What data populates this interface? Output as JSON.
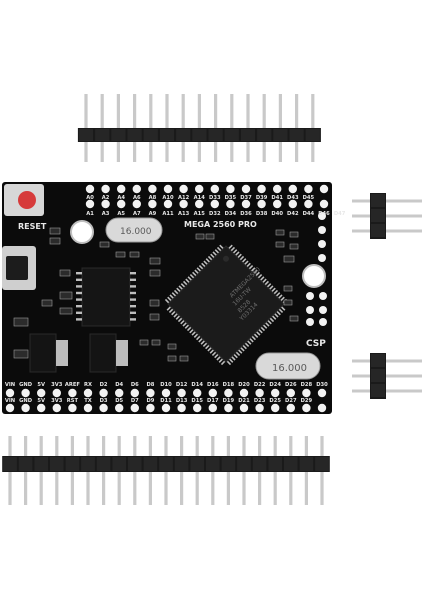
{
  "photo": {
    "subject": "MEGA 2560 PRO board with pin headers",
    "background_color": "#ffffff",
    "board_color": "#0b0b0b",
    "pin_color": "#c9c9c9",
    "header_color": "#1a1a1a"
  },
  "board": {
    "board_name": "MEGA 2560 PRO",
    "reset_label": "RESET",
    "csp_label": "CSP",
    "mcu_lines": [
      "ATMEGA2560",
      "16U-TW",
      "8528",
      "Y03314"
    ],
    "crystal_large": "16.000",
    "crystal_small": "16.000",
    "top_row_upper": [
      "A0",
      "A2",
      "A4",
      "A6",
      "A8",
      "A10",
      "A12",
      "A14",
      "D33",
      "D35",
      "D37",
      "D39",
      "D41",
      "D43",
      "D45"
    ],
    "top_row_lower": [
      "A1",
      "A3",
      "A5",
      "A7",
      "A9",
      "A11",
      "A13",
      "A15",
      "D32",
      "D34",
      "D36",
      "D38",
      "D40",
      "D42",
      "D44",
      "D46",
      "D47"
    ],
    "bottom_row_upper": [
      "VIN",
      "GND",
      "5V",
      "3V3",
      "AREF",
      "RX",
      "D2",
      "D4",
      "D6",
      "D8",
      "D10",
      "D12",
      "D14",
      "D16",
      "D18",
      "D20",
      "D22",
      "D24",
      "D26",
      "D28",
      "D30"
    ],
    "bottom_row_lower": [
      "VIN",
      "GND",
      "5V",
      "3V3",
      "RST",
      "TX",
      "D3",
      "D5",
      "D7",
      "D9",
      "D11",
      "D13",
      "D15",
      "D17",
      "D19",
      "D21",
      "D23",
      "D25",
      "D27",
      "D29"
    ]
  }
}
